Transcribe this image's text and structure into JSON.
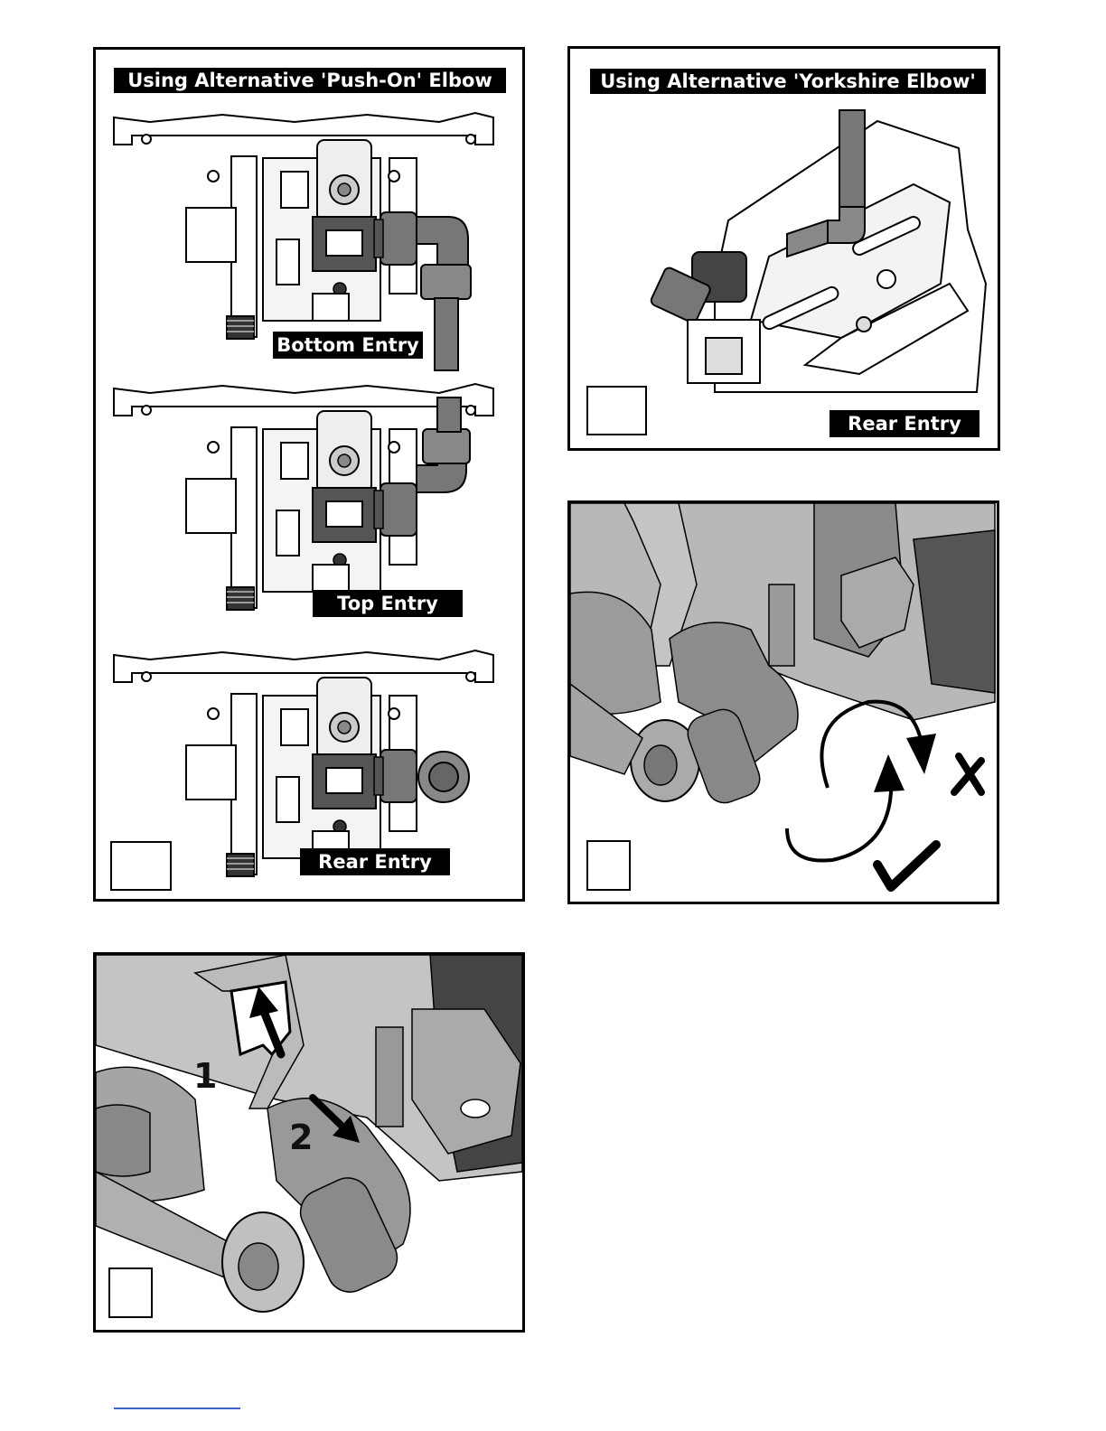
{
  "panels": {
    "push_on": {
      "title": "Using Alternative 'Push-On' Elbow",
      "labels": [
        "Bottom Entry",
        "Top Entry",
        "Rear Entry"
      ]
    },
    "yorkshire": {
      "title": "Using Alternative 'Yorkshire Elbow'",
      "label": "Rear Entry"
    },
    "steps": {
      "step1": "1",
      "step2": "2"
    }
  },
  "icons": [
    "check-mark-icon",
    "cross-mark-icon",
    "rotate-arrow-icon",
    "push-arrow-icon"
  ]
}
